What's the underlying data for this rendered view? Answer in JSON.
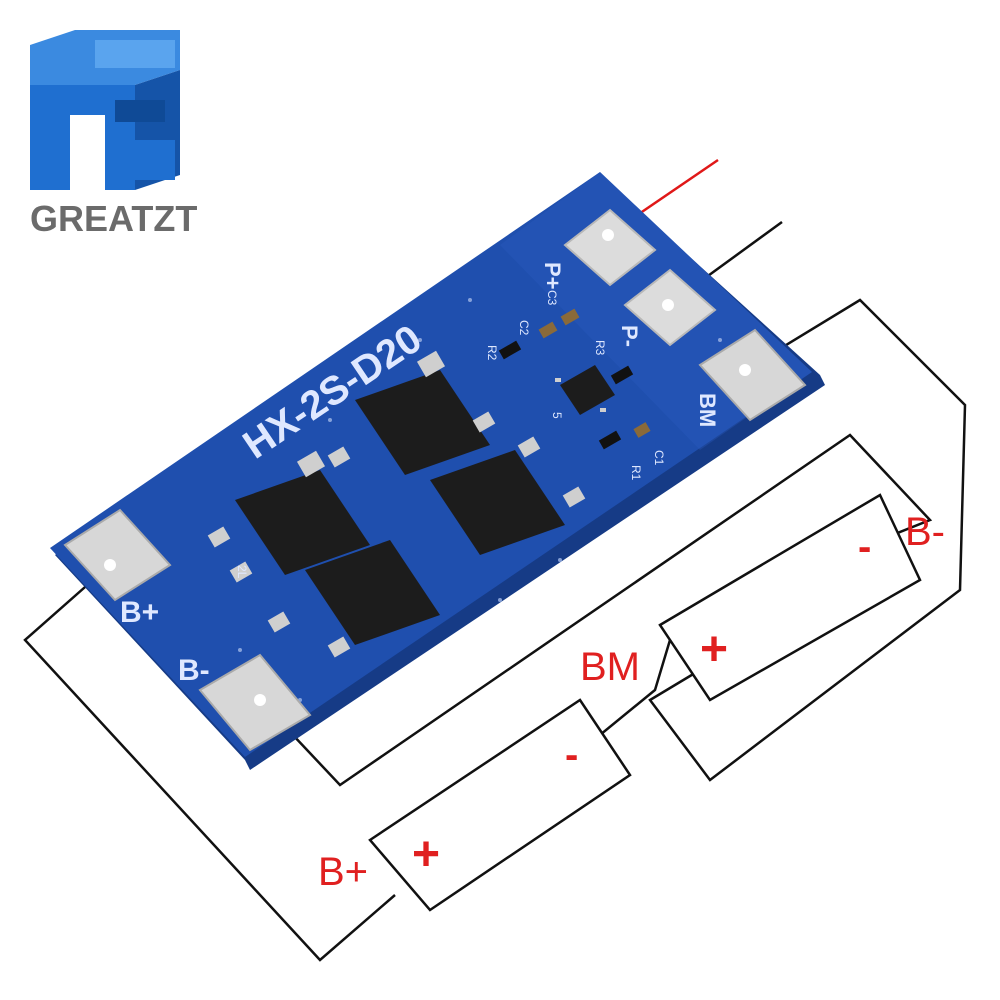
{
  "brand": {
    "name": "GREATZT",
    "logo_mark": "TZ"
  },
  "board": {
    "model": "HX-2S-D20",
    "pad_labels": {
      "p_plus": "P+",
      "p_minus": "P-",
      "bm": "BM",
      "b_plus": "B+",
      "b_minus": "B-"
    },
    "component_labels": [
      "R2",
      "C2",
      "C3",
      "R3",
      "R1",
      "C1",
      "5",
      "2L"
    ]
  },
  "diagram": {
    "b_minus": "B-",
    "bm": "BM",
    "b_plus": "B+",
    "cell_top": {
      "plus": "+",
      "minus": "-"
    },
    "cell_bottom": {
      "plus": "+",
      "minus": "-"
    }
  },
  "colors": {
    "pcb_blue": "#1f4fae",
    "pcb_edge": "#163b86",
    "silk": "#dfe8ff",
    "pad": "#dcdcdc",
    "mosfet": "#1c1c1c",
    "label_red": "#e02020",
    "wire_black": "#111111",
    "wire_red": "#e01818",
    "logo_blue": "#1f6fd0",
    "brand_gray": "#6b6b6b"
  }
}
